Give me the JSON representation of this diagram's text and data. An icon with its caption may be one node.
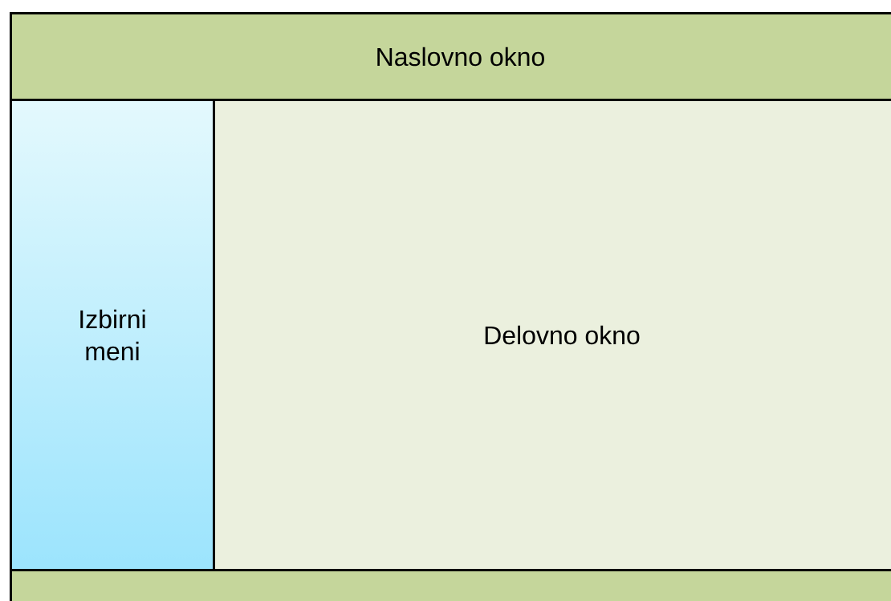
{
  "diagram": {
    "nodes": [
      {
        "text": [
          "Naslovno okno"
        ]
      },
      {
        "text": [
          "Izbirni meni"
        ]
      },
      {
        "text": [
          "Delovno okno"
        ]
      },
      {
        "text": [],
        "shape": "box"
      }
    ]
  }
}
